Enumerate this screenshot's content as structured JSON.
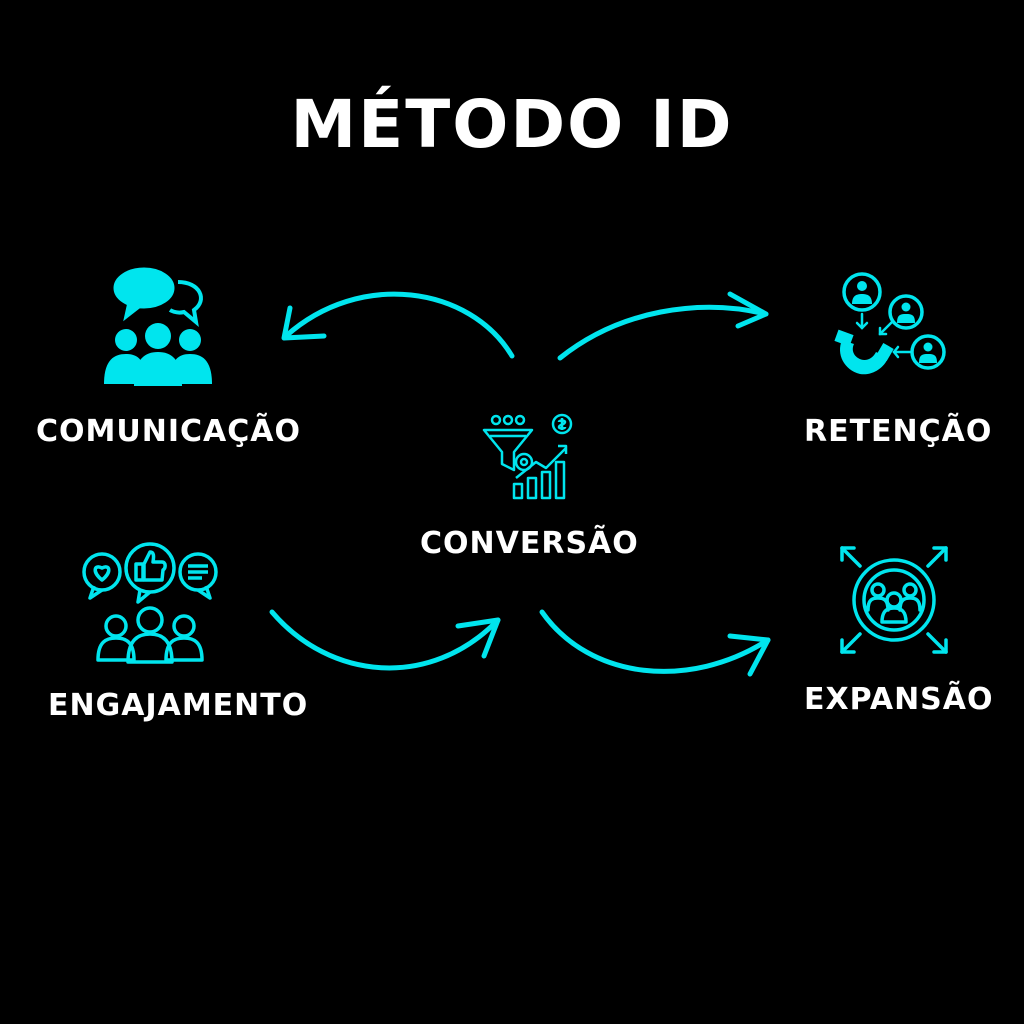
{
  "title": "MÉTODO ID",
  "accent_color": "#00e5ee",
  "nodes": {
    "comunicacao": {
      "label": "COMUNICAÇÃO",
      "icon": "chat-group-icon"
    },
    "engajamento": {
      "label": "ENGAJAMENTO",
      "icon": "social-engagement-icon"
    },
    "conversao": {
      "label": "CONVERSÃO",
      "icon": "sales-funnel-icon"
    },
    "retencao": {
      "label": "RETENÇÃO",
      "icon": "magnet-users-icon"
    },
    "expansao": {
      "label": "EXPANSÃO",
      "icon": "expand-team-icon"
    }
  }
}
